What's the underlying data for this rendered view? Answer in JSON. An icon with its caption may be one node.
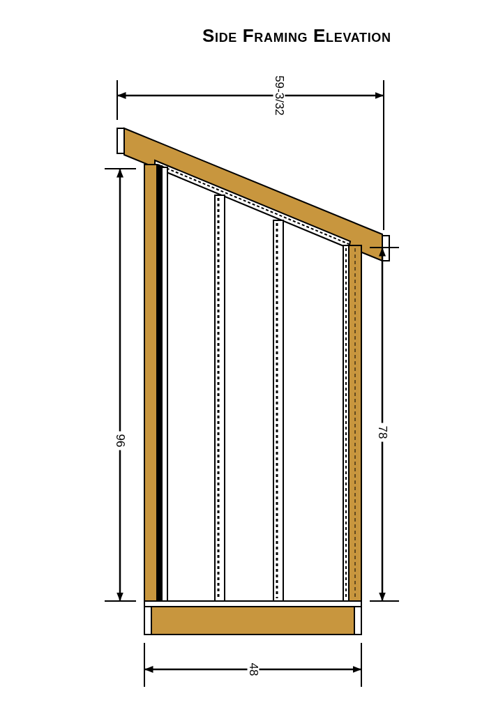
{
  "diagram": {
    "title": "Side Framing Elevation",
    "labels": [
      "59-3/32",
      "96",
      "78",
      "48"
    ]
  }
}
